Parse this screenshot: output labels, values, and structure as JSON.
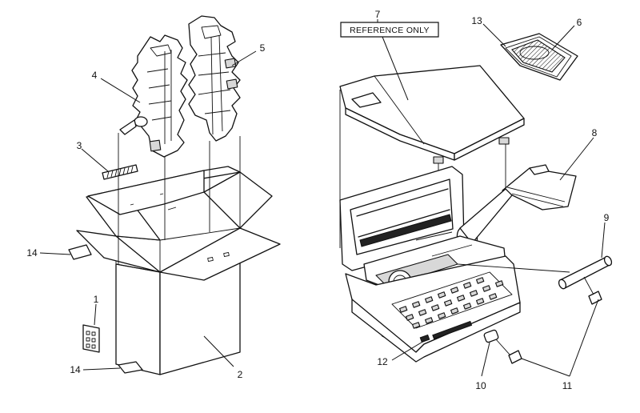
{
  "reference_label": "REFERENCE ONLY",
  "callouts": {
    "c1": "1",
    "c2": "2",
    "c3": "3",
    "c4": "4",
    "c5": "5",
    "c6": "6",
    "c7": "7",
    "c8": "8",
    "c9": "9",
    "c10": "10",
    "c11": "11",
    "c12": "12",
    "c13": "13",
    "c14a": "14",
    "c14b": "14"
  },
  "colors": {
    "line": "#111111",
    "background": "#ffffff"
  }
}
